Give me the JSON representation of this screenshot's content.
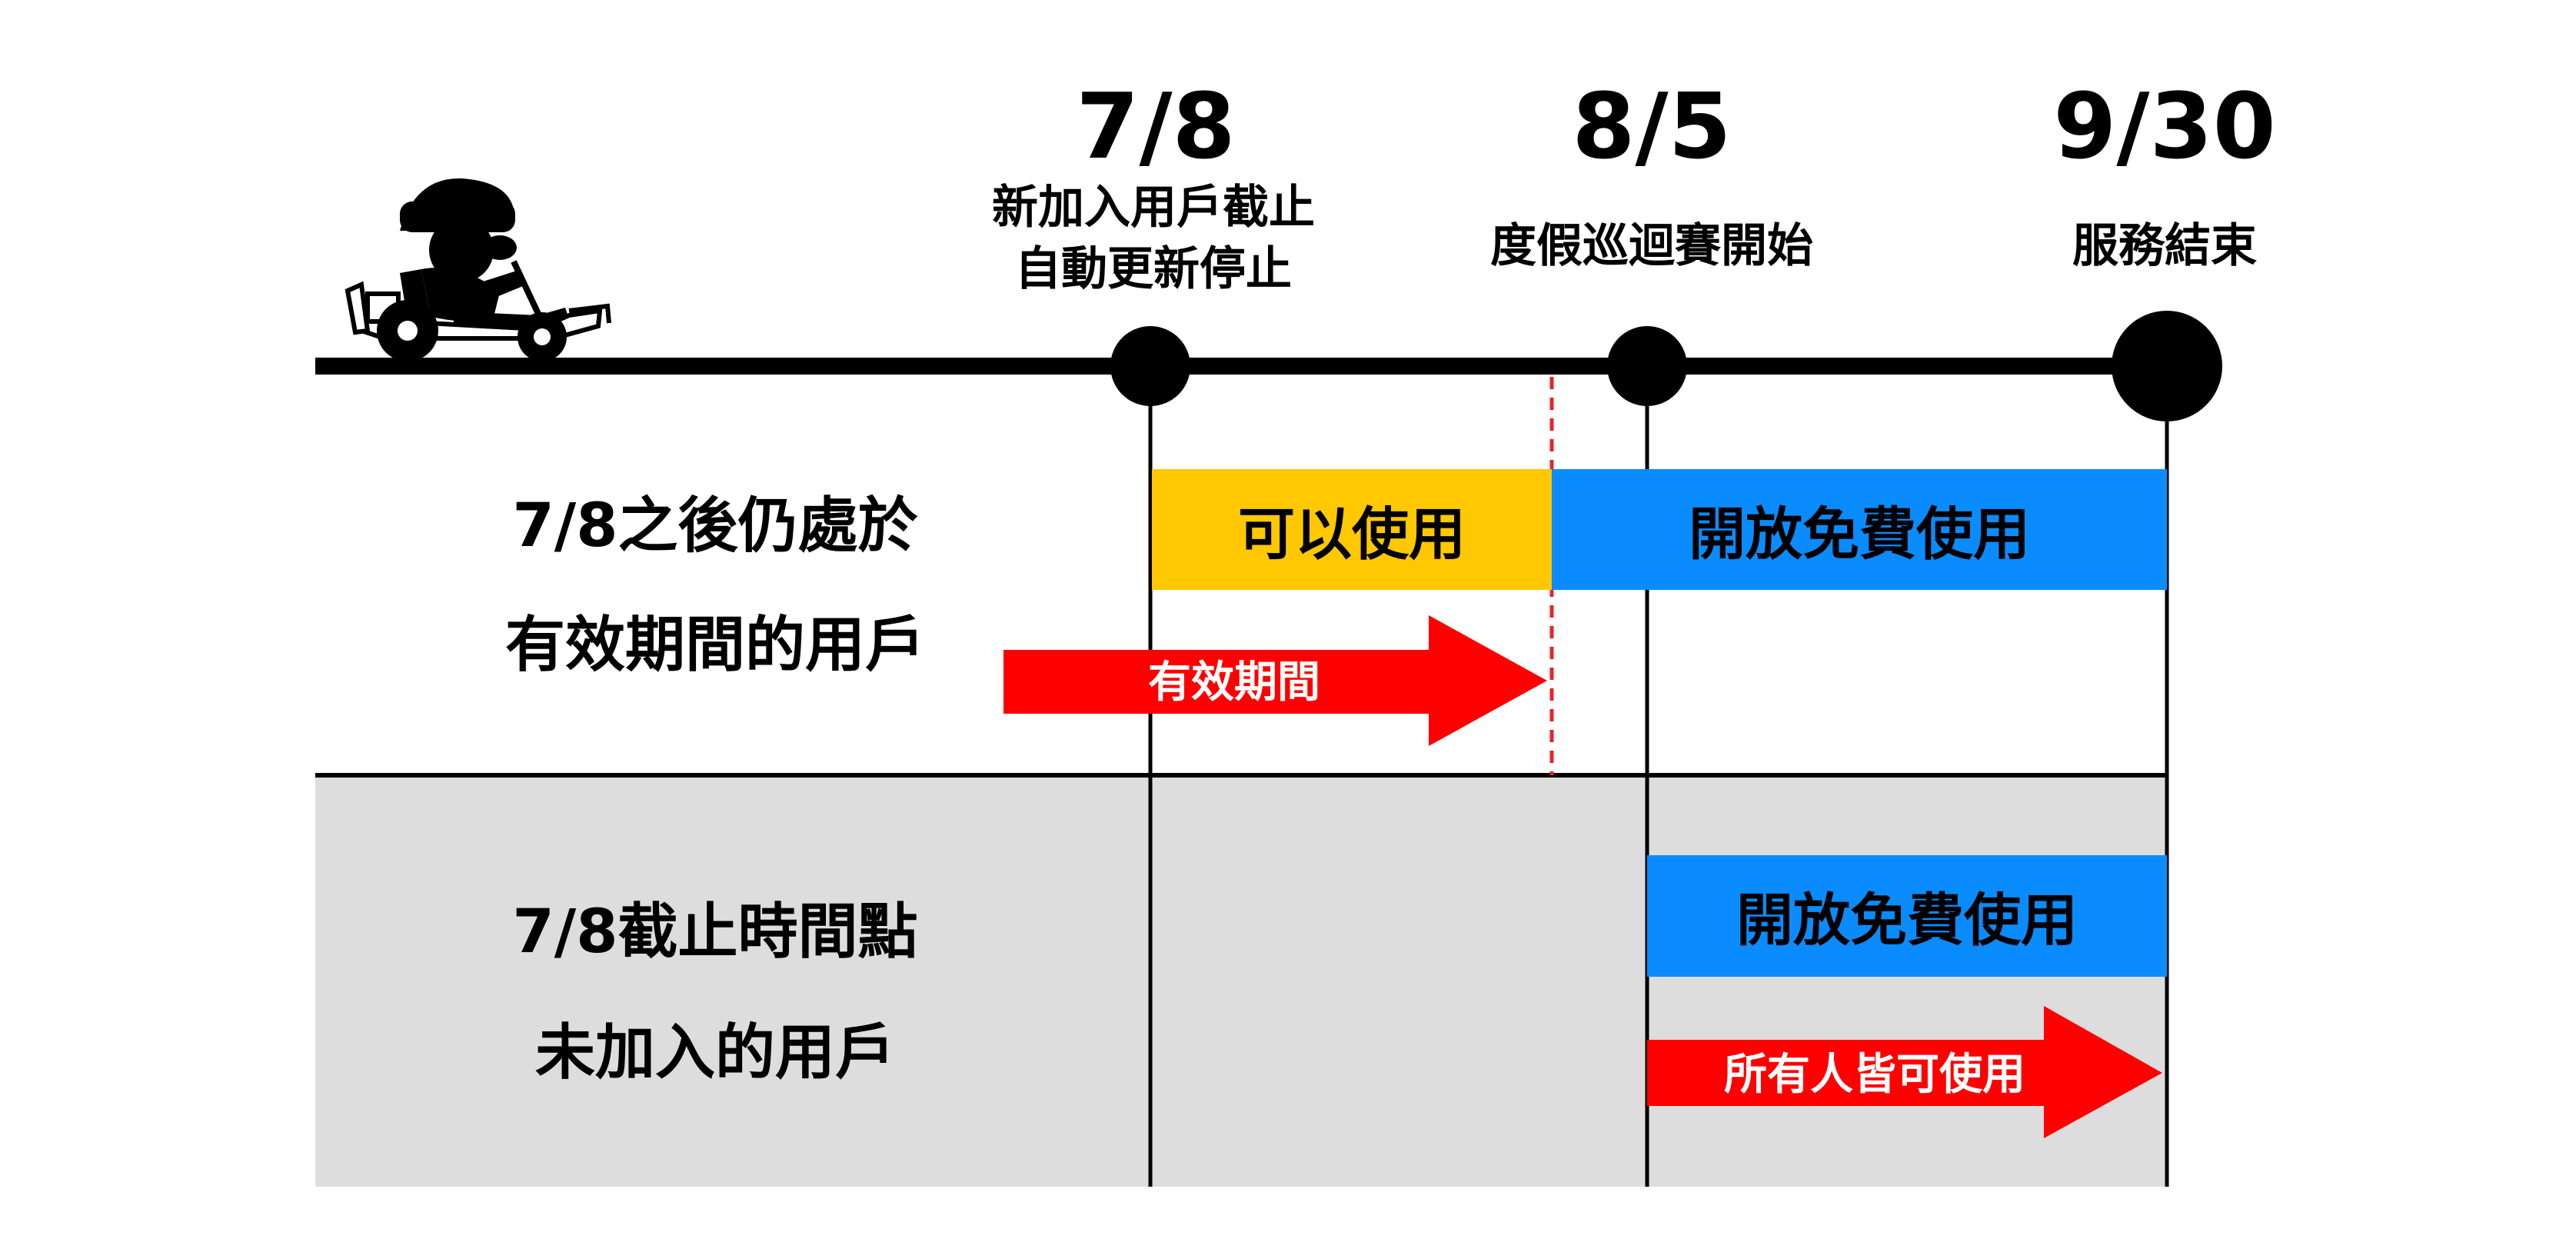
{
  "milestones": [
    {
      "date": "7/8",
      "lines": [
        "新加入用戶截止",
        "自動更新停止"
      ]
    },
    {
      "date": "8/5",
      "lines": [
        "度假巡迴賽開始"
      ]
    },
    {
      "date": "9/30",
      "lines": [
        "服務結束"
      ]
    }
  ],
  "rows": {
    "existing_users": {
      "label_lines": [
        "7/8之後仍處於",
        "有效期間的用戶"
      ],
      "usable_bar": "可以使用",
      "free_bar": "開放免費使用",
      "arrow_label": "有效期間"
    },
    "new_users": {
      "label_lines": [
        "7/8截止時間點",
        "未加入的用戶"
      ],
      "free_bar": "開放免費使用",
      "arrow_label": "所有人皆可使用"
    }
  },
  "icons": [
    "kart-driver-icon"
  ],
  "colors": {
    "timeline": "#000000",
    "usable": "#ffc800",
    "free": "#0a8cff",
    "arrow": "#ff0000",
    "dashed_marker": "#e8232a",
    "gray_section": "#dcdddc"
  }
}
